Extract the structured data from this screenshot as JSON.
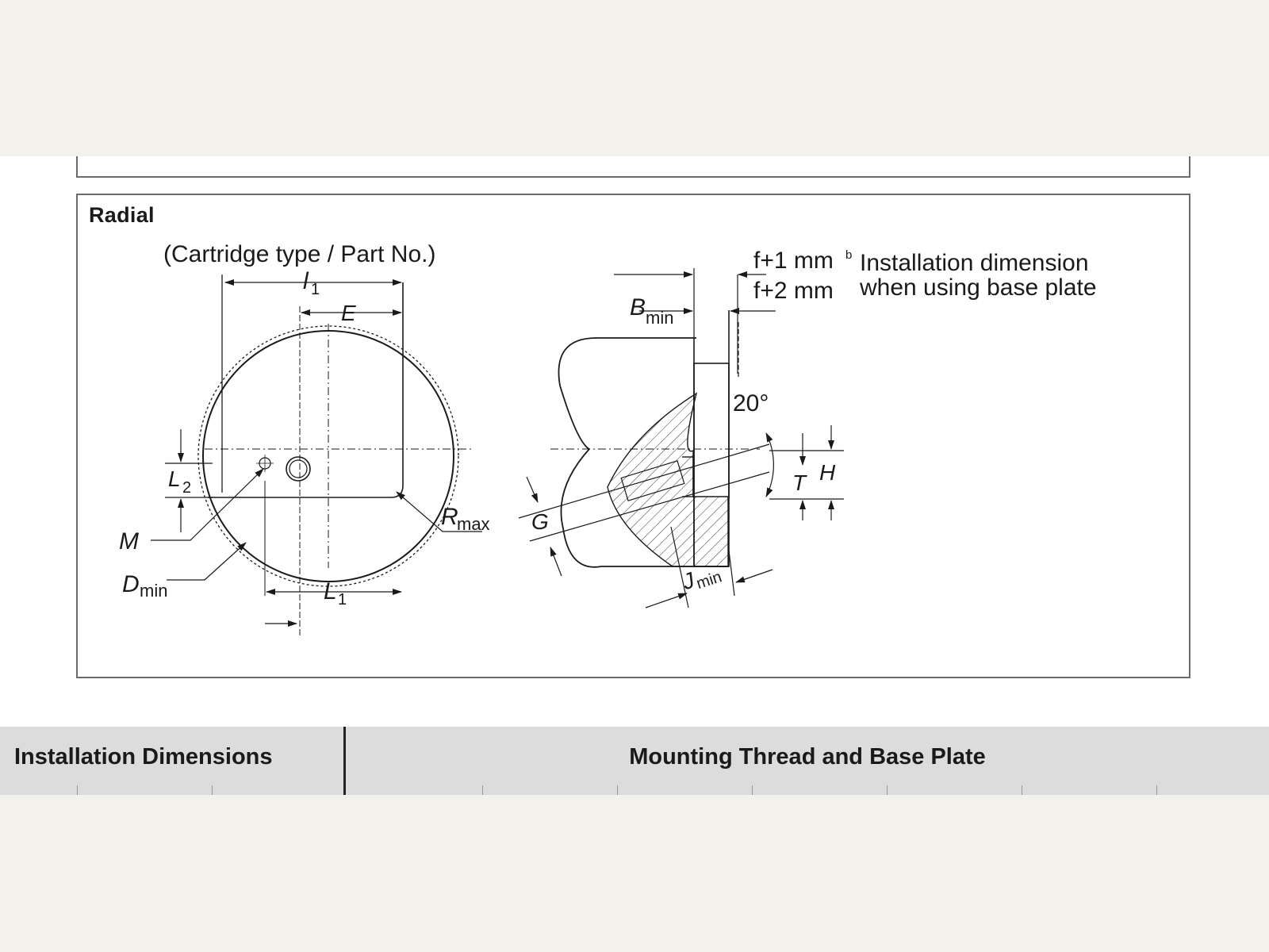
{
  "section": {
    "title": "Radial"
  },
  "diagram": {
    "caption": "(Cartridge type / Part No.)",
    "labels": {
      "l1": "l",
      "l1_sub": "1",
      "e": "E",
      "l2": "L",
      "l2_sub": "2",
      "m": "M",
      "dmin": "D",
      "dmin_sub": "min",
      "L1": "L",
      "L1_sub": "1",
      "rmax": "R",
      "rmax_sub": "max",
      "bmin": "B",
      "bmin_sub": "min",
      "f1": "f+1 mm",
      "f1_sup": "b",
      "f2": "f+2 mm",
      "note_line1": "Installation dimension",
      "note_line2": "when using base plate",
      "angle": "20°",
      "h": "H",
      "t": "T",
      "g": "G",
      "jmin": "J",
      "jmin_sub": "min"
    }
  },
  "table": {
    "col1_header": "Installation Dimensions",
    "col2_header": "Mounting Thread and Base Plate"
  }
}
